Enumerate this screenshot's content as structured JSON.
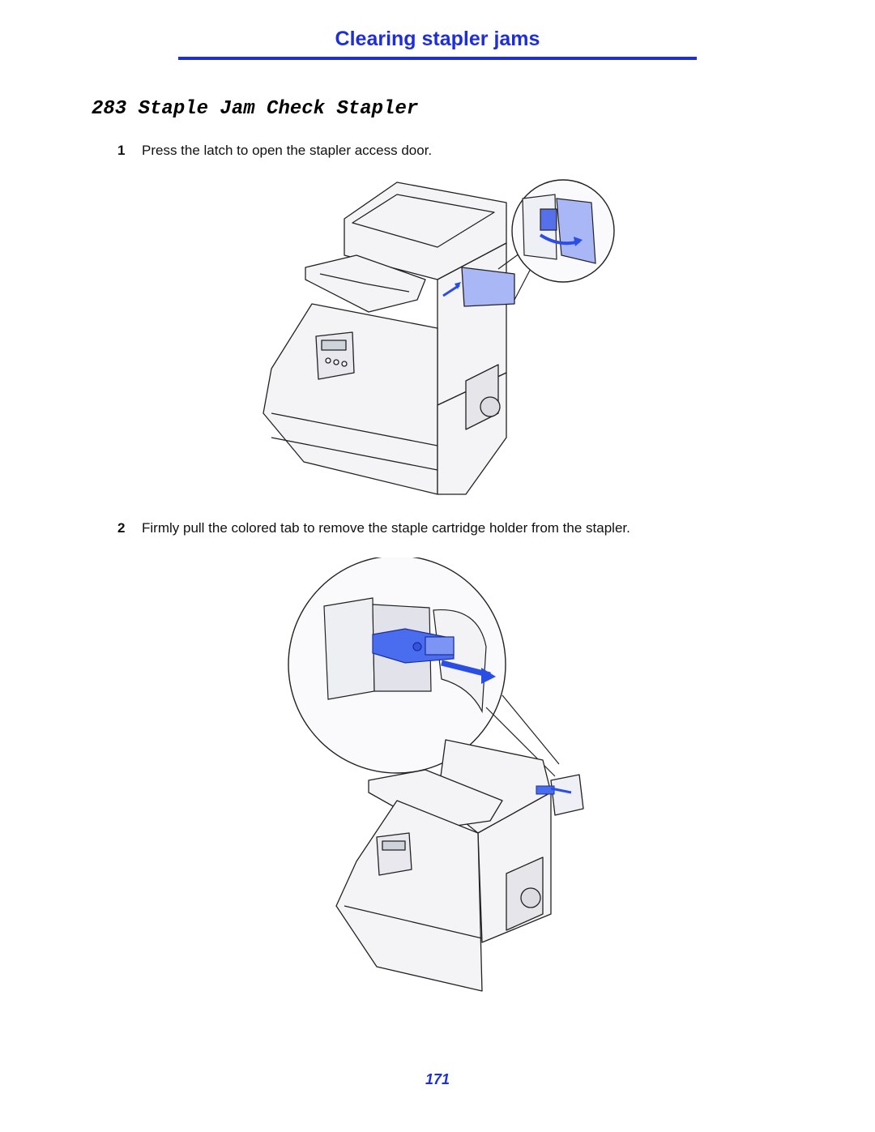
{
  "header": {
    "section_title": "Clearing stapler jams"
  },
  "message_title": "283 Staple Jam Check Stapler",
  "steps": [
    {
      "number": "1",
      "text": "Press the latch to open the stapler access door."
    },
    {
      "number": "2",
      "text": "Firmly pull the colored tab to remove the staple cartridge holder from the stapler."
    }
  ],
  "colors": {
    "accent": "#1f2fd6",
    "highlight": "#a9b7f7",
    "arrow": "#2a4de6"
  },
  "icons": {
    "figure1": "printer-stapler-door-illustration",
    "figure2": "printer-staple-cartridge-illustration"
  },
  "footer": {
    "page_number": "171"
  }
}
